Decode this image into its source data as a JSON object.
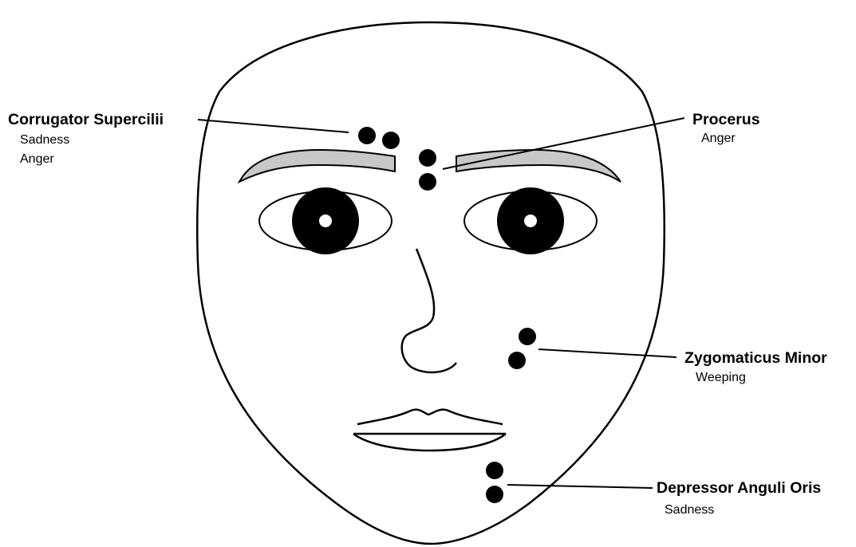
{
  "muscles": [
    {
      "name": "Corrugator Supercilii",
      "emotions": [
        "Sadness",
        "Anger"
      ]
    },
    {
      "name": "Procerus",
      "emotions": [
        "Anger"
      ]
    },
    {
      "name": "Zygomaticus Minor",
      "emotions": [
        "Weeping"
      ]
    },
    {
      "name": "Depressor Anguli Oris",
      "emotions": [
        "Sadness"
      ]
    }
  ],
  "colors": {
    "outline": "#000000",
    "eyebrow_fill": "#c8c8c8",
    "marker": "#000000",
    "background": "#ffffff"
  }
}
